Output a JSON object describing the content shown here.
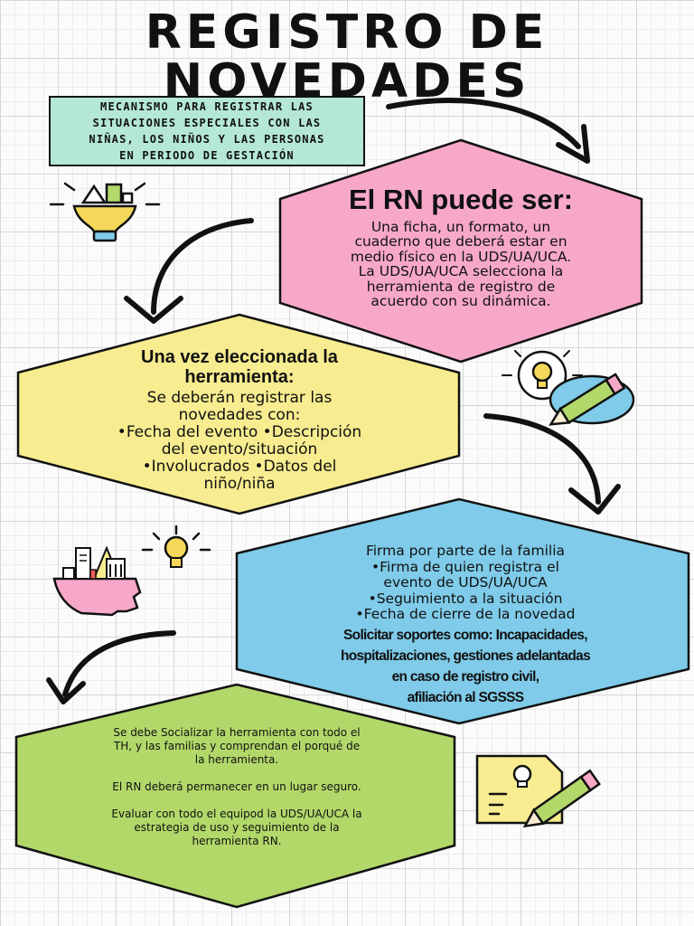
{
  "title": {
    "line1": "REGISTRO DE",
    "line2": "NOVEDADES"
  },
  "banner": {
    "text": "MECANISMO PARA REGISTRAR LAS\nSITUACIONES ESPECIALES CON LAS\nNIÑAS, LOS NIÑOS Y LAS PERSONAS\nEN PERIODO DE GESTACIÓN"
  },
  "pink": {
    "title": "El RN puede ser:",
    "body": "Una ficha, un formato, un\ncuaderno que deberá estar en\nmedio físico en la UDS/UA/UCA.\nLa UDS/UA/UCA selecciona la\nherramienta de registro de\nacuerdo con su dinámica."
  },
  "yellow": {
    "title": "Una vez eleccionada la\nherramienta:",
    "body": "Se deberán registrar las\nnovedades con:\n•Fecha del evento •Descripción\ndel evento/situación\n•Involucrados •Datos del\nniño/niña"
  },
  "blue": {
    "list": "Firma por parte de la familia\n•Firma de quien registra el\nevento de UDS/UA/UCA\n•Seguimiento a la situación\n•Fecha de cierre de la novedad",
    "extra": "Solicitar soportes como: Incapacidades,\nhospitalizaciones, gestiones adelantadas\nen caso de registro civil,\nafiliación al SGSSS"
  },
  "green": {
    "body": "Se debe Socializar la herramienta con todo el\nTH, y las familias y comprendan el porqué de\nla herramienta.\n\nEl RN deberá permanecer en un lugar seguro.\n\nEvaluar con todo el equipod la UDS/UA/UCA la\nestrategia de uso y seguimiento de la\nherramienta RN."
  },
  "colors": {
    "pink": "#f7a8c9",
    "yellow": "#f7ec8f",
    "blue": "#7fcbe9",
    "green": "#b2d86a",
    "banner": "#b4e7d6",
    "outline": "#111111"
  },
  "icons": [
    "brain-lightbulb-icon",
    "lightbulb-icon",
    "pencil-icon",
    "lightbulb-icon",
    "head-books-icon",
    "document-idea-icon"
  ]
}
